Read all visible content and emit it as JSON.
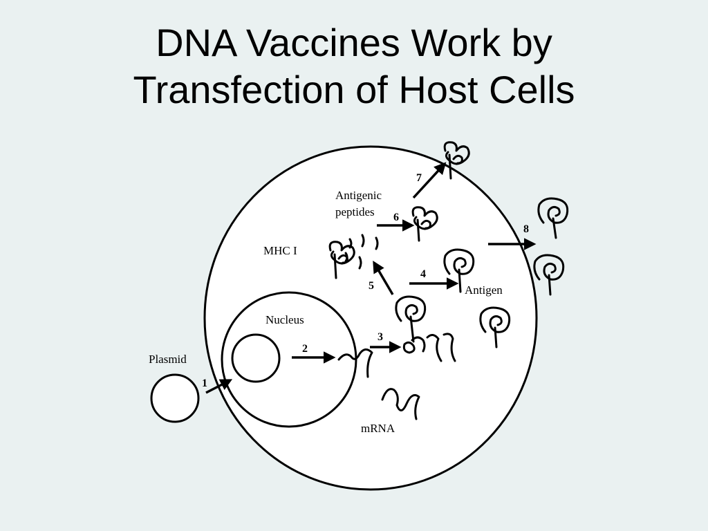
{
  "title": {
    "line1": "DNA Vaccines Work by",
    "line2": "Transfection of Host Cells"
  },
  "labels": {
    "plasmid": "Plasmid",
    "nucleus": "Nucleus",
    "mhc": "MHC I",
    "antigenic_line1": "Antigenic",
    "antigenic_line2": "peptides",
    "antigen": "Antigen",
    "mrna": "mRNA"
  },
  "steps": [
    "1",
    "2",
    "3",
    "4",
    "5",
    "6",
    "7",
    "8"
  ]
}
